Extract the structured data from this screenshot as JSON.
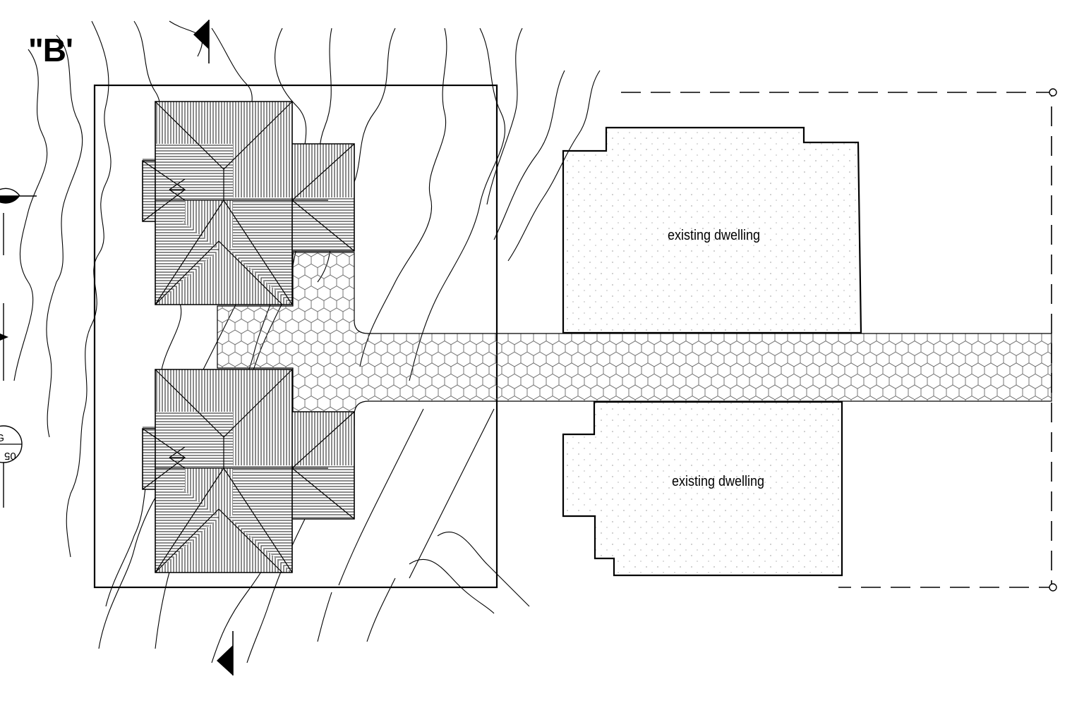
{
  "section_label": "\"B'",
  "dwellings": [
    {
      "label": "existing dwelling"
    },
    {
      "label": "existing dwelling"
    }
  ],
  "marker": {
    "top": "G",
    "bottom": "05"
  },
  "colors": {
    "line": "#000000",
    "paving": "#555555",
    "dots": "#b0b0b0",
    "background": "#ffffff"
  },
  "icons": [
    "section-arrow-icon",
    "section-marker-icon"
  ]
}
